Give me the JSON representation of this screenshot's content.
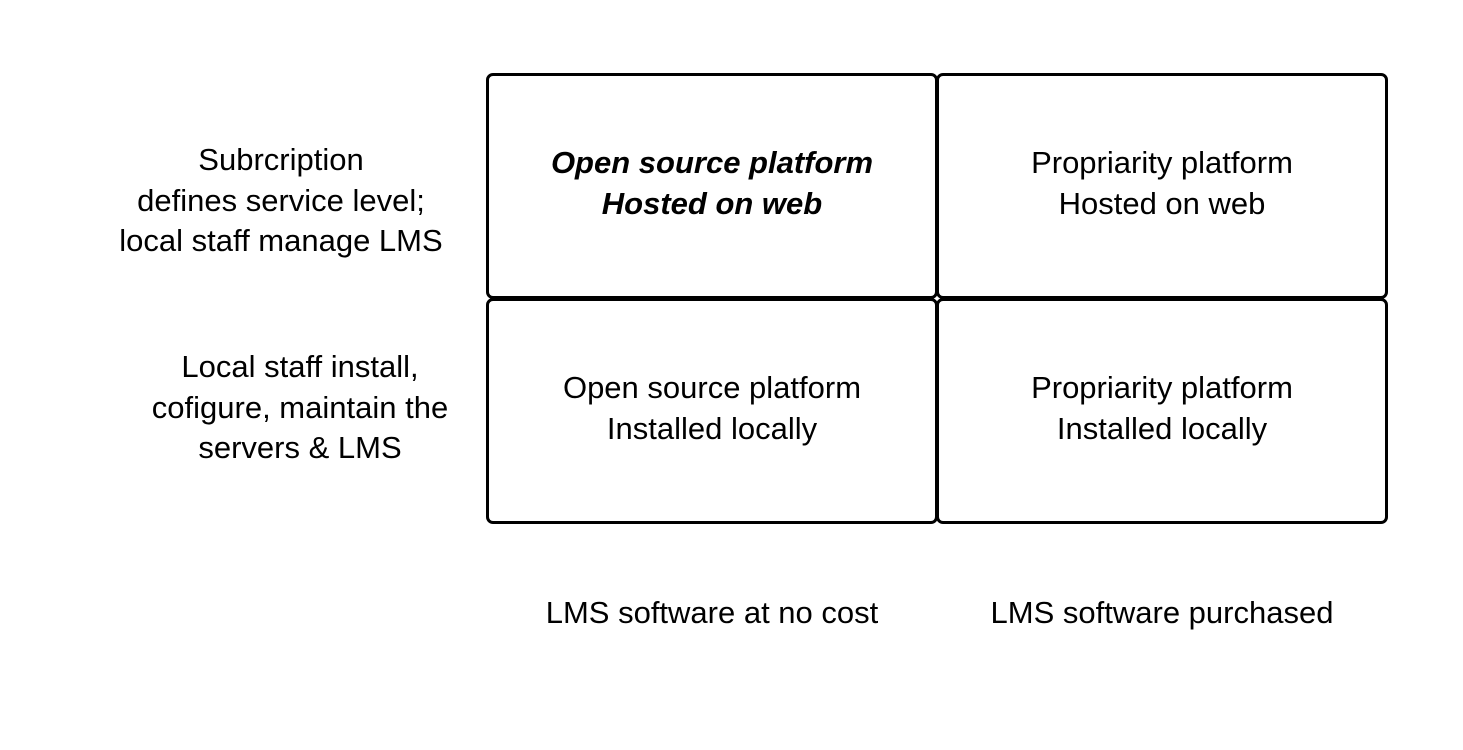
{
  "row_labels": {
    "top": [
      "Subrcription",
      "defines service level;",
      "local staff manage LMS"
    ],
    "bottom": [
      "Local staff install,",
      "cofigure, maintain the",
      "servers & LMS"
    ]
  },
  "cells": {
    "top_left": {
      "lines": [
        "Open source platform",
        "Hosted on web"
      ],
      "style": "bold-italic"
    },
    "top_right": {
      "lines": [
        "Propriarity platform",
        "Hosted on web"
      ]
    },
    "bottom_left": {
      "lines": [
        "Open source platform",
        "Installed locally"
      ]
    },
    "bottom_right": {
      "lines": [
        "Propriarity platform",
        "Installed locally"
      ]
    }
  },
  "column_labels": {
    "left": "LMS software at no cost",
    "right": "LMS software purchased"
  },
  "colors": {
    "background": "#ffffff",
    "stroke": "#000000",
    "text": "#000000"
  }
}
